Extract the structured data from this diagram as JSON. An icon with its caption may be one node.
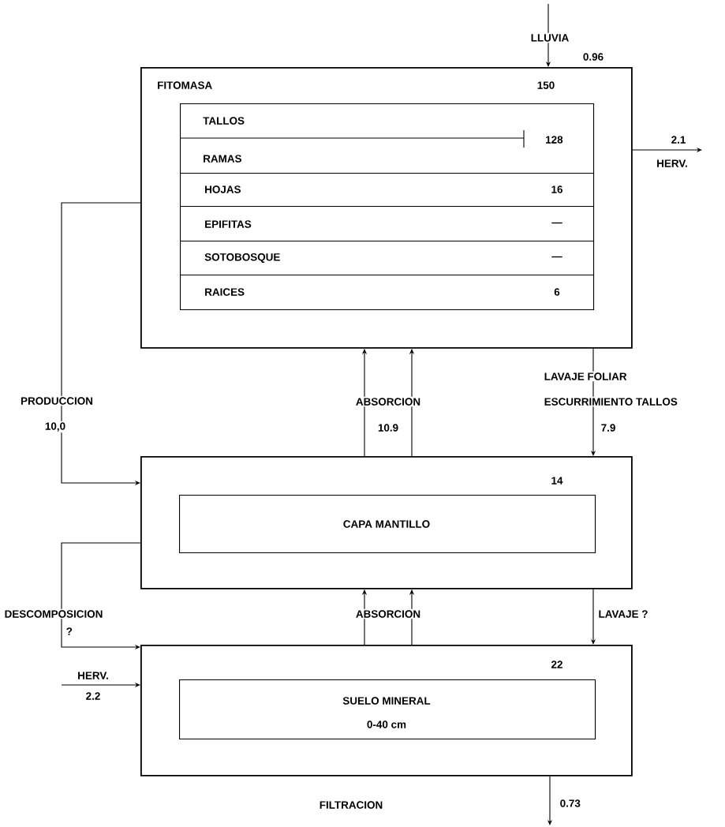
{
  "diagram": {
    "nodes": [
      {
        "text": [
          "FITOMASA",
          "150"
        ]
      },
      {
        "text": [
          "TALLOS",
          "RAMAS",
          "128"
        ],
        "in": 0
      },
      {
        "text": [
          "HOJAS",
          "16"
        ],
        "in": 0
      },
      {
        "text": [
          "EPIFITAS",
          "—"
        ],
        "in": 0
      },
      {
        "text": [
          "SOTOBOSQUE",
          "—"
        ],
        "in": 0
      },
      {
        "text": [
          "RAICES",
          "6"
        ],
        "in": 0
      },
      {
        "text": [
          "14"
        ]
      },
      {
        "text": [
          "CAPA      MANTILLO"
        ],
        "in": 6
      },
      {
        "text": [
          "22"
        ]
      },
      {
        "text": [
          "SUELO   MINERAL",
          "0-40 cm"
        ],
        "in": 8
      }
    ],
    "edges": [
      {
        "from": null,
        "to": 0,
        "arrow": "to",
        "label": "LLUVIA"
      },
      {
        "from": 0,
        "to": null,
        "arrow": "to",
        "label": "2.1"
      },
      {
        "from": 0,
        "to": 6,
        "arrow": "to",
        "label": "PRODUCCION"
      },
      {
        "from": 6,
        "to": 0,
        "arrow": "to",
        "label": "ABSORCION"
      },
      {
        "from": 6,
        "to": 0,
        "arrow": "to"
      },
      {
        "from": 0,
        "to": 6,
        "arrow": "to",
        "label": "LAVAJE  FOLIAR"
      },
      {
        "from": 6,
        "to": 8,
        "arrow": "to",
        "label": "DESCOMPOSICION"
      },
      {
        "from": 8,
        "to": 6,
        "arrow": "to",
        "label": "ABSORCION"
      },
      {
        "from": 8,
        "to": 6,
        "arrow": "to"
      },
      {
        "from": 6,
        "to": 8,
        "arrow": "to",
        "label": "LAVAJE ?"
      },
      {
        "from": null,
        "to": 8,
        "arrow": "to",
        "label": "HERV."
      },
      {
        "from": 8,
        "to": null,
        "arrow": "to",
        "label": "0.73"
      }
    ],
    "labels": [
      "0.96",
      "HERV.",
      "10,0",
      "10.9",
      "ESCURRIMIENTO TALLOS",
      "7.9",
      "?",
      "2.2",
      "FILTRACION"
    ]
  }
}
